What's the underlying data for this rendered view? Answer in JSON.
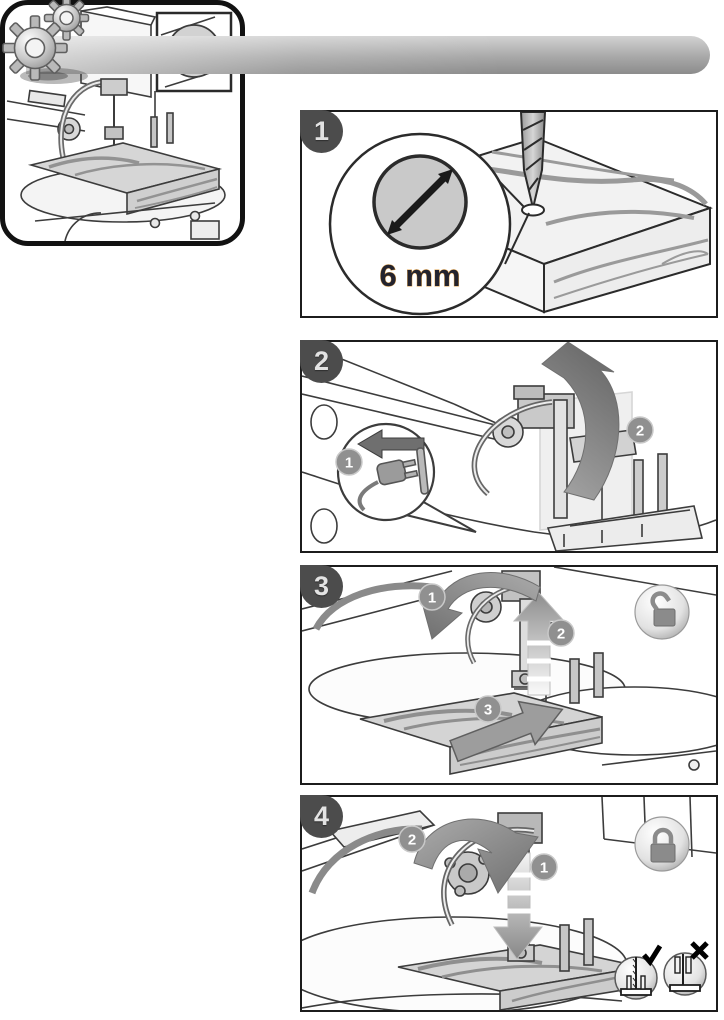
{
  "header": {
    "gears_icon": "two-metal-gears",
    "bar": "gradient-title-bar"
  },
  "colors": {
    "panel_border": "#1c1c1c",
    "step_badge_bg": "#4c4c4c",
    "step_badge_text": "#e3e3e3",
    "substep_badge_bg": "#909090",
    "arrow_gray": "#8a8a8a",
    "wood_fill": "#d4d4d4",
    "wood_grain": "#8f8f8f",
    "label_fill": "#23232e",
    "label_outline": "#dfa04b"
  },
  "overview": {
    "illustration": "scroll-saw-with-workpiece",
    "inset_detail": "circular-cutout-in-workpiece"
  },
  "steps": [
    {
      "number": "1",
      "illustration": "drill-starter-hole-in-workpiece",
      "callout": {
        "label": "6 mm",
        "icon": "hole-diameter-double-arrow"
      },
      "icons": [
        "drill-bit-icon",
        "wood-board",
        "magnifier-callout"
      ]
    },
    {
      "number": "2",
      "illustration": "unplug-machine-and-raise-arm",
      "substeps": [
        {
          "label": "1",
          "icon": "unplug-power-cord-icon"
        },
        {
          "label": "2",
          "icon": "swing-arm-up-arrow-icon"
        }
      ]
    },
    {
      "number": "3",
      "illustration": "loosen-knob-lift-blade-insert-workpiece",
      "status_icon": "padlock-open-icon",
      "substeps": [
        {
          "label": "1",
          "icon": "loosen-knob-counterclockwise-arrow-icon"
        },
        {
          "label": "2",
          "icon": "blade-up-arrow-icon"
        },
        {
          "label": "3",
          "icon": "insert-workpiece-arrow-icon"
        }
      ]
    },
    {
      "number": "4",
      "illustration": "lower-blade-and-tighten-knob",
      "status_icon": "padlock-closed-icon",
      "substeps": [
        {
          "label": "1",
          "icon": "blade-down-arrow-icon"
        },
        {
          "label": "2",
          "icon": "tighten-knob-clockwise-arrow-icon"
        }
      ],
      "results": [
        {
          "mark": "check",
          "icon": "blade-seated-correct-icon"
        },
        {
          "mark": "cross",
          "icon": "blade-seated-incorrect-icon"
        }
      ]
    }
  ]
}
